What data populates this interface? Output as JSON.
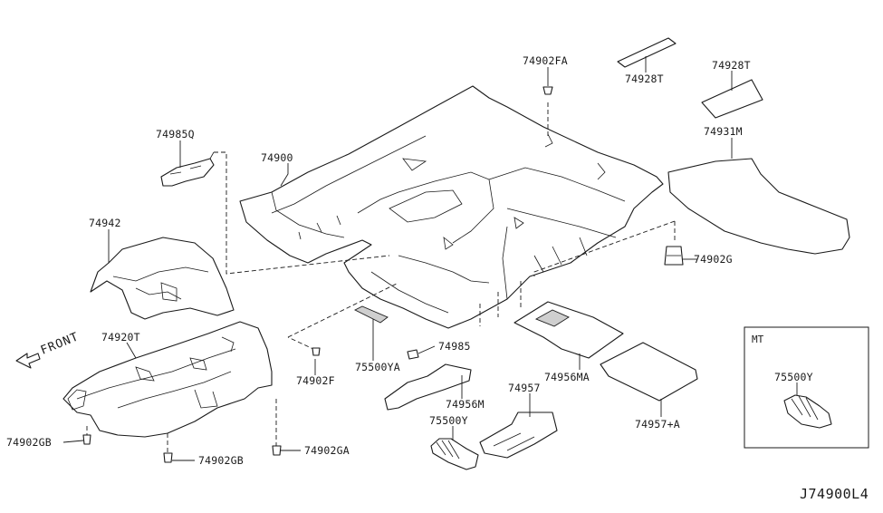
{
  "labels": {
    "p74902FA": "74902FA",
    "p74928T_a": "74928T",
    "p74928T_b": "74928T",
    "p74931M": "74931M",
    "p74985Q": "74985Q",
    "p74900": "74900",
    "p74942": "74942",
    "p74902G": "74902G",
    "p74920T": "74920T",
    "p74902F": "74902F",
    "p75500YA": "75500YA",
    "p74985": "74985",
    "p74956MA": "74956MA",
    "p74956M": "74956M",
    "p74957": "74957",
    "p74957A": "74957+A",
    "p75500Y": "75500Y",
    "p74902GB_a": "74902GB",
    "p74902GB_b": "74902GB",
    "p74902GA": "74902GA",
    "p75500Y_mt": "75500Y"
  },
  "front_label": "FRONT",
  "mt_box_label": "MT",
  "diagram_id": "J74900L4"
}
